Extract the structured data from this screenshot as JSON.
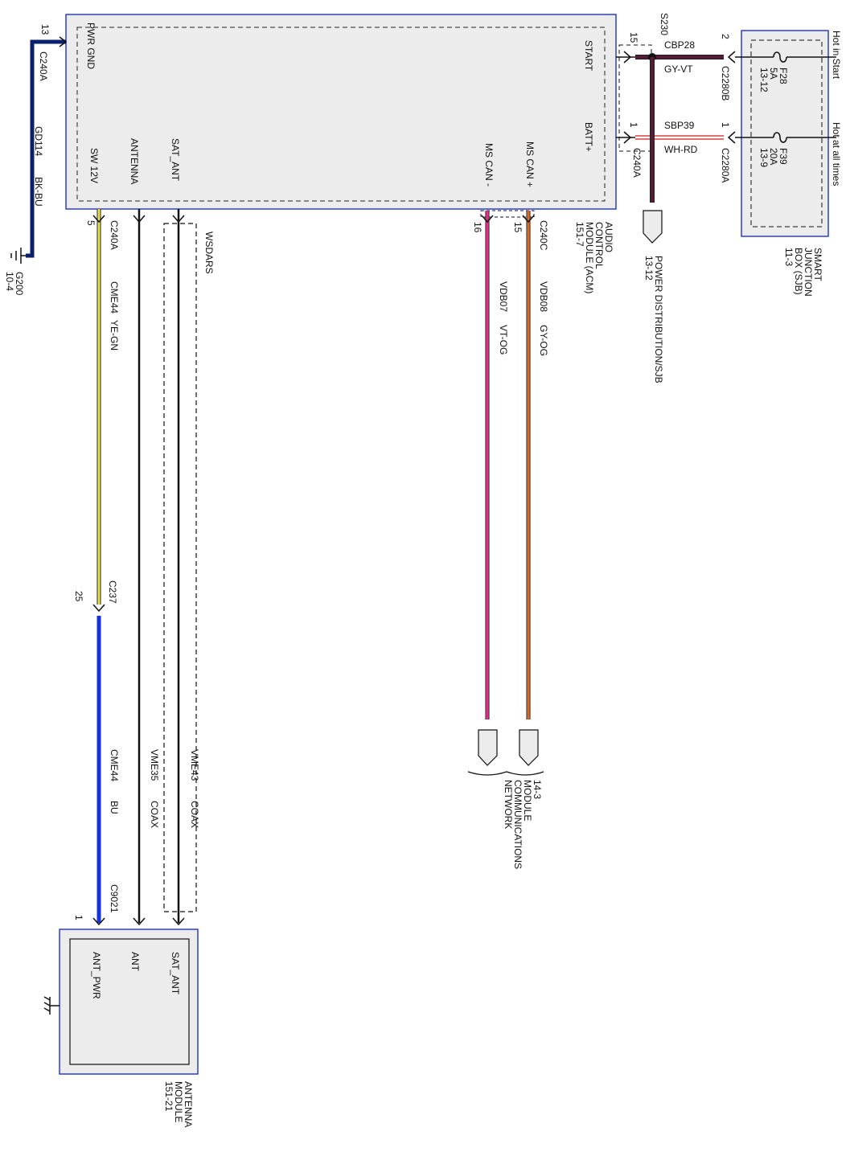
{
  "acm": {
    "name_lines": [
      "AUDIO",
      "CONTROL",
      "MODULE (ACM)",
      "151-7"
    ],
    "pins": {
      "pwr_gnd": "PWR GND",
      "sw12v": "SW 12V",
      "antenna": "ANTENNA",
      "sat_ant": "SAT_ANT",
      "ms_can_minus": "MS CAN -",
      "ms_can_plus": "MS CAN +",
      "start": "START",
      "batt": "BATT+"
    }
  },
  "sjb": {
    "name_lines": [
      "SMART",
      "JUNCTION",
      "BOX (SJB)",
      "11-3"
    ],
    "hot_in_start": "Hot in Start",
    "hot_at_all_times": "Hot at all times",
    "fuse_f28": [
      "F28",
      "5A",
      "13-12"
    ],
    "fuse_f39": [
      "F39",
      "20A",
      "13-9"
    ]
  },
  "antenna_module": {
    "name_lines": [
      "ANTENNA",
      "MODULE",
      "151-21"
    ],
    "pins": {
      "sat_ant": "SAT_ANT",
      "ant": "ANT",
      "ant_pwr": "ANT_PWR"
    }
  },
  "ground": {
    "label": "G200",
    "ref": "10-4"
  },
  "connectors": {
    "c240a": "C240A",
    "c240c": "C240C",
    "c237": "C237",
    "c9021": "C9021",
    "c2280b": "C2280B",
    "c2280a": "C2280A",
    "s230": "S230"
  },
  "pin_numbers": {
    "gnd": "13",
    "sw12v": "5",
    "c237": "25",
    "c9021": "1",
    "ms_can_minus": "16",
    "ms_can_plus": "15",
    "start": "15",
    "batt": "1",
    "sjb_start": "2",
    "sjb_batt": "1"
  },
  "circuits": {
    "gd114": "GD114",
    "gd114_color": "BK-BU",
    "cme44": "CME44",
    "cme44_color_upper": "YE-GN",
    "cme44_color_lower": "BU",
    "vme35": "VME35",
    "vme43": "VME43",
    "coax": "COAX",
    "vdb07": "VDB07",
    "vdb07_color": "VT-OG",
    "vdb08": "VDB08",
    "vdb08_color": "GY-OG",
    "cbp28": "CBP28",
    "cbp28_color": "GY-VT",
    "sbp39": "SBP39",
    "sbp39_color": "WH-RD"
  },
  "shield_label": "WSDARS",
  "refs": {
    "power_distribution": "POWER DISTRIBUTION/SJB",
    "power_distribution_page": "13-12",
    "network_lines": [
      "14-3",
      "MODULE",
      "COMMUNICATIONS",
      "NETWORK"
    ]
  },
  "colors": {
    "module_border": "#2a3fd0",
    "module_fill": "#ececec",
    "ground_wire": "#0a1f6e",
    "ye_gn_wire": "#e8e24a",
    "bu_wire": "#1530e0",
    "vt_og_wire": "#e0308a",
    "gy_og_wire": "#d06a2a",
    "gy_vt_wire": "#5a1a3a",
    "wh_rd_wire": "#d84040"
  }
}
